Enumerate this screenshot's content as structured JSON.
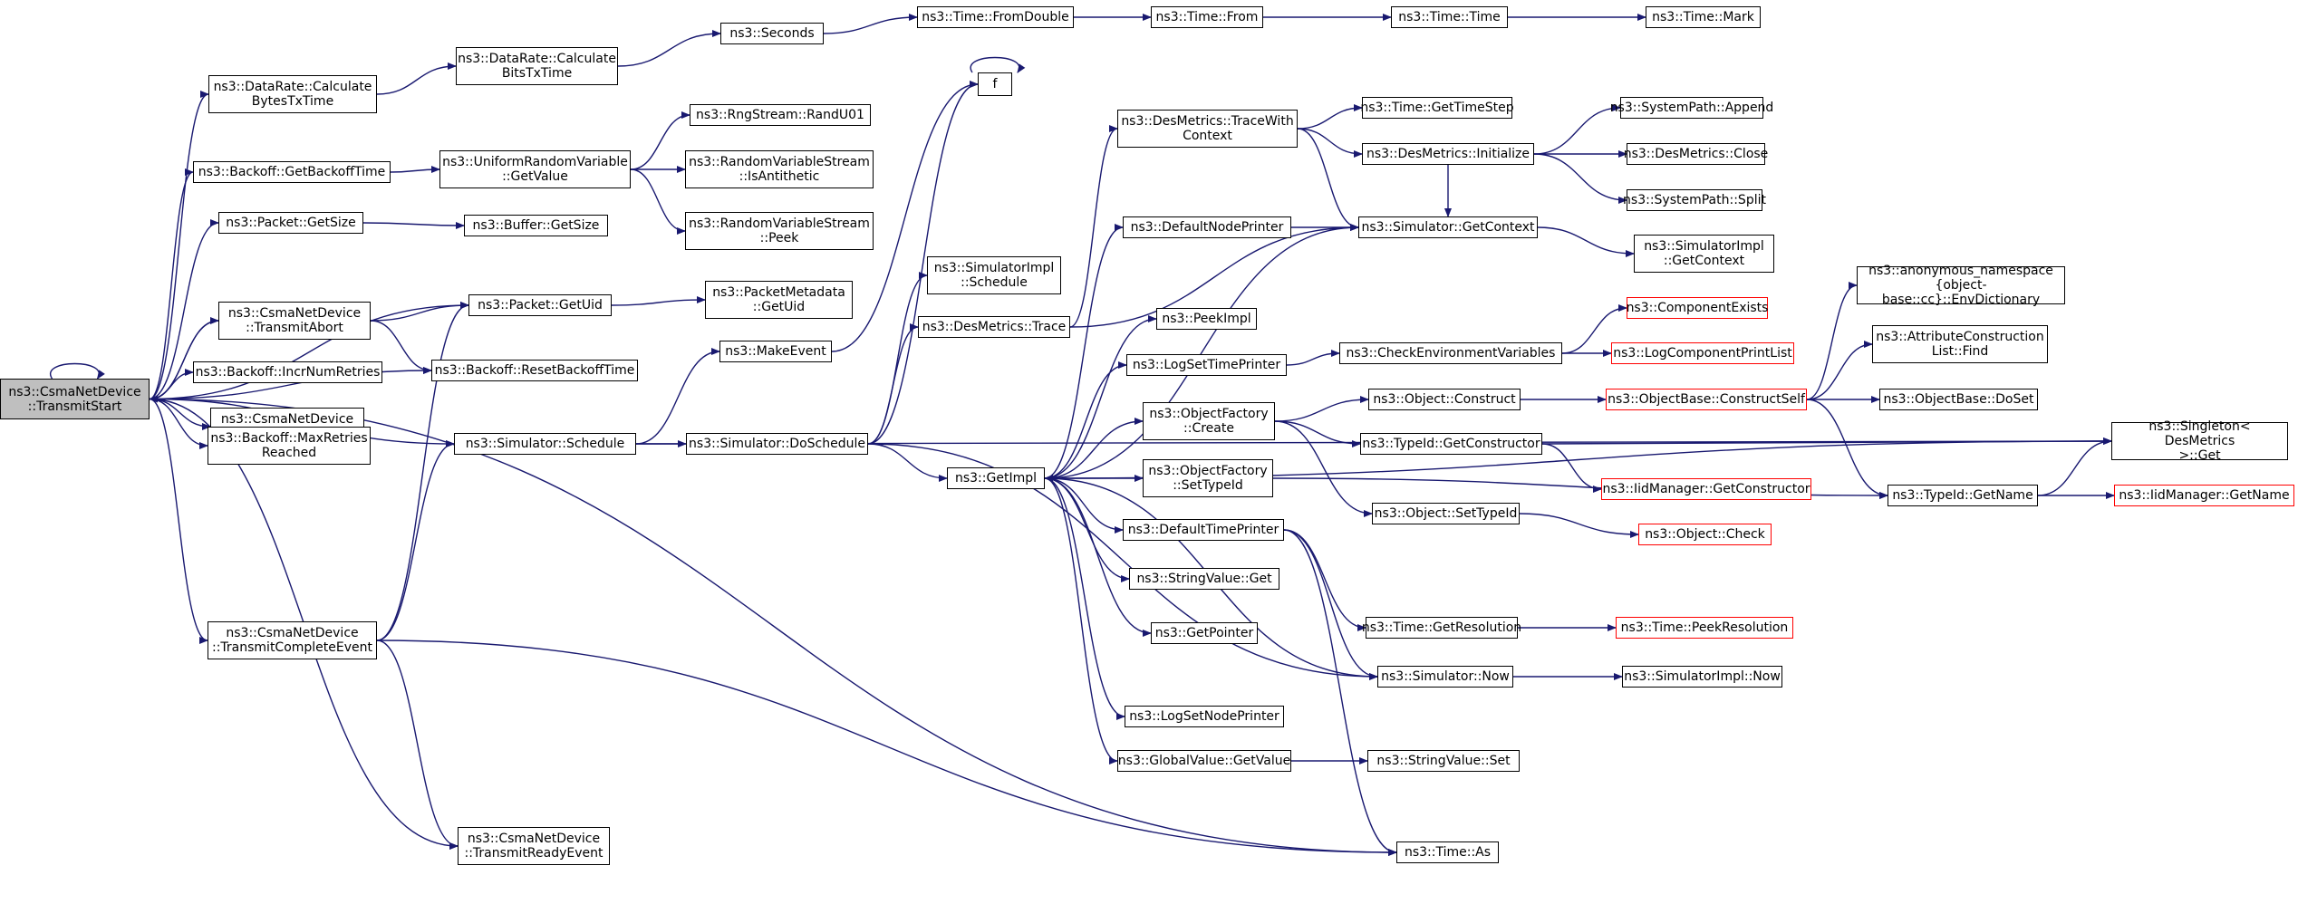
{
  "graph": {
    "root": "ns3::CsmaNetDevice\n::TransmitStart",
    "nodes": [
      {
        "id": "root",
        "label": "ns3::CsmaNetDevice\n::TransmitStart",
        "style": "root"
      },
      {
        "id": "dr_bytes",
        "label": "ns3::DataRate::Calculate\nBytesTxTime"
      },
      {
        "id": "dr_bits",
        "label": "ns3::DataRate::Calculate\nBitsTxTime"
      },
      {
        "id": "seconds",
        "label": "ns3::Seconds"
      },
      {
        "id": "fromdouble",
        "label": "ns3::Time::FromDouble"
      },
      {
        "id": "timefrom",
        "label": "ns3::Time::From"
      },
      {
        "id": "timetime",
        "label": "ns3::Time::Time"
      },
      {
        "id": "timemark",
        "label": "ns3::Time::Mark"
      },
      {
        "id": "f",
        "label": "f"
      },
      {
        "id": "getbackoff",
        "label": "ns3::Backoff::GetBackoffTime"
      },
      {
        "id": "urv",
        "label": "ns3::UniformRandomVariable\n::GetValue"
      },
      {
        "id": "randu01",
        "label": "ns3::RngStream::RandU01"
      },
      {
        "id": "isanti",
        "label": "ns3::RandomVariableStream\n::IsAntithetic"
      },
      {
        "id": "rvspeek",
        "label": "ns3::RandomVariableStream\n::Peek"
      },
      {
        "id": "pktsize",
        "label": "ns3::Packet::GetSize"
      },
      {
        "id": "bufsize",
        "label": "ns3::Buffer::GetSize"
      },
      {
        "id": "abort",
        "label": "ns3::CsmaNetDevice\n::TransmitAbort"
      },
      {
        "id": "pktuid",
        "label": "ns3::Packet::GetUid"
      },
      {
        "id": "pmuid",
        "label": "ns3::PacketMetadata\n::GetUid"
      },
      {
        "id": "resetbo",
        "label": "ns3::Backoff::ResetBackoffTime"
      },
      {
        "id": "incr",
        "label": "ns3::Backoff::IncrNumRetries"
      },
      {
        "id": "sendenabled",
        "label": "ns3::CsmaNetDevice\n::IsSendEnabled"
      },
      {
        "id": "maxretries",
        "label": "ns3::Backoff::MaxRetries\nReached"
      },
      {
        "id": "makeevent",
        "label": "ns3::MakeEvent"
      },
      {
        "id": "simschedule",
        "label": "ns3::Simulator::Schedule"
      },
      {
        "id": "doschedule",
        "label": "ns3::Simulator::DoSchedule"
      },
      {
        "id": "simimplsched",
        "label": "ns3::SimulatorImpl\n::Schedule"
      },
      {
        "id": "desmtrace",
        "label": "ns3::DesMetrics::Trace"
      },
      {
        "id": "getimpl",
        "label": "ns3::GetImpl"
      },
      {
        "id": "complete",
        "label": "ns3::CsmaNetDevice\n::TransmitCompleteEvent"
      },
      {
        "id": "ready",
        "label": "ns3::CsmaNetDevice\n::TransmitReadyEvent"
      },
      {
        "id": "tracewith",
        "label": "ns3::DesMetrics::TraceWith\nContext"
      },
      {
        "id": "timestep",
        "label": "ns3::Time::GetTimeStep"
      },
      {
        "id": "desinit",
        "label": "ns3::DesMetrics::Initialize"
      },
      {
        "id": "sysappend",
        "label": "ns3::SystemPath::Append"
      },
      {
        "id": "desclose",
        "label": "ns3::DesMetrics::Close"
      },
      {
        "id": "syssplit",
        "label": "ns3::SystemPath::Split"
      },
      {
        "id": "defnodeprinter",
        "label": "ns3::DefaultNodePrinter"
      },
      {
        "id": "simgetctx",
        "label": "ns3::Simulator::GetContext"
      },
      {
        "id": "simimplctx",
        "label": "ns3::SimulatorImpl\n::GetContext"
      },
      {
        "id": "peekimpl",
        "label": "ns3::PeekImpl"
      },
      {
        "id": "logsettime",
        "label": "ns3::LogSetTimePrinter"
      },
      {
        "id": "checkenv",
        "label": "ns3::CheckEnvironmentVariables"
      },
      {
        "id": "compexists",
        "label": "ns3::ComponentExists",
        "style": "red"
      },
      {
        "id": "logcomplist",
        "label": "ns3::LogComponentPrintList",
        "style": "red"
      },
      {
        "id": "envdict",
        "label": "ns3::anonymous_namespace\n{object-base::cc}::EnvDictionary"
      },
      {
        "id": "attrfind",
        "label": "ns3::AttributeConstruction\nList::Find"
      },
      {
        "id": "ofcreate",
        "label": "ns3::ObjectFactory\n::Create"
      },
      {
        "id": "objconstruct",
        "label": "ns3::Object::Construct"
      },
      {
        "id": "constructself",
        "label": "ns3::ObjectBase::ConstructSelf",
        "style": "red"
      },
      {
        "id": "dosetob",
        "label": "ns3::ObjectBase::DoSet"
      },
      {
        "id": "getconstructor",
        "label": "ns3::TypeId::GetConstructor"
      },
      {
        "id": "singleton",
        "label": "ns3::Singleton< DesMetrics\n>::Get"
      },
      {
        "id": "iidgetctor",
        "label": "ns3::IidManager::GetConstructor",
        "style": "red"
      },
      {
        "id": "typeidname",
        "label": "ns3::TypeId::GetName"
      },
      {
        "id": "iidgetname",
        "label": "ns3::IidManager::GetName",
        "style": "red"
      },
      {
        "id": "ofsettypeid",
        "label": "ns3::ObjectFactory\n::SetTypeId"
      },
      {
        "id": "objsettypeid",
        "label": "ns3::Object::SetTypeId"
      },
      {
        "id": "objcheck",
        "label": "ns3::Object::Check",
        "style": "red"
      },
      {
        "id": "deftimeprinter",
        "label": "ns3::DefaultTimePrinter"
      },
      {
        "id": "timegetres",
        "label": "ns3::Time::GetResolution"
      },
      {
        "id": "timepeekres",
        "label": "ns3::Time::PeekResolution",
        "style": "red"
      },
      {
        "id": "strvalget",
        "label": "ns3::StringValue::Get"
      },
      {
        "id": "getpointer",
        "label": "ns3::GetPointer"
      },
      {
        "id": "simnow",
        "label": "ns3::Simulator::Now"
      },
      {
        "id": "simimplnow",
        "label": "ns3::SimulatorImpl::Now"
      },
      {
        "id": "logsetnode",
        "label": "ns3::LogSetNodePrinter"
      },
      {
        "id": "gvgetvalue",
        "label": "ns3::GlobalValue::GetValue"
      },
      {
        "id": "strvalset",
        "label": "ns3::StringValue::Set"
      },
      {
        "id": "timeas",
        "label": "ns3::Time::As"
      }
    ],
    "edges": [
      [
        "root",
        "root"
      ],
      [
        "root",
        "dr_bytes"
      ],
      [
        "root",
        "getbackoff"
      ],
      [
        "root",
        "pktsize"
      ],
      [
        "root",
        "pktuid"
      ],
      [
        "root",
        "abort"
      ],
      [
        "root",
        "incr"
      ],
      [
        "root",
        "sendenabled"
      ],
      [
        "root",
        "maxretries"
      ],
      [
        "root",
        "resetbo"
      ],
      [
        "root",
        "simschedule"
      ],
      [
        "root",
        "complete"
      ],
      [
        "root",
        "timeas"
      ],
      [
        "dr_bytes",
        "dr_bits"
      ],
      [
        "dr_bits",
        "seconds"
      ],
      [
        "seconds",
        "fromdouble"
      ],
      [
        "fromdouble",
        "timefrom"
      ],
      [
        "timefrom",
        "timetime"
      ],
      [
        "timetime",
        "timemark"
      ],
      [
        "getbackoff",
        "urv"
      ],
      [
        "urv",
        "randu01"
      ],
      [
        "urv",
        "isanti"
      ],
      [
        "urv",
        "rvspeek"
      ],
      [
        "pktsize",
        "bufsize"
      ],
      [
        "abort",
        "root"
      ],
      [
        "abort",
        "pktuid"
      ],
      [
        "abort",
        "resetbo"
      ],
      [
        "pktuid",
        "pmuid"
      ],
      [
        "simschedule",
        "makeevent"
      ],
      [
        "simschedule",
        "doschedule"
      ],
      [
        "simschedule",
        "singleton"
      ],
      [
        "makeevent",
        "f"
      ],
      [
        "f",
        "f"
      ],
      [
        "doschedule",
        "simimplsched"
      ],
      [
        "doschedule",
        "desmtrace"
      ],
      [
        "doschedule",
        "getimpl"
      ],
      [
        "doschedule",
        "f"
      ],
      [
        "doschedule",
        "simnow"
      ],
      [
        "desmtrace",
        "tracewith"
      ],
      [
        "desmtrace",
        "simgetctx"
      ],
      [
        "complete",
        "pktuid"
      ],
      [
        "complete",
        "simschedule"
      ],
      [
        "complete",
        "ready"
      ],
      [
        "complete",
        "timeas"
      ],
      [
        "root",
        "ready"
      ],
      [
        "tracewith",
        "timestep"
      ],
      [
        "tracewith",
        "desinit"
      ],
      [
        "tracewith",
        "simgetctx"
      ],
      [
        "desinit",
        "sysappend"
      ],
      [
        "desinit",
        "desclose"
      ],
      [
        "desinit",
        "syssplit"
      ],
      [
        "desinit",
        "simgetctx"
      ],
      [
        "getimpl",
        "defnodeprinter"
      ],
      [
        "getimpl",
        "simgetctx"
      ],
      [
        "getimpl",
        "peekimpl"
      ],
      [
        "getimpl",
        "logsettime"
      ],
      [
        "getimpl",
        "ofcreate"
      ],
      [
        "getimpl",
        "ofsettypeid"
      ],
      [
        "getimpl",
        "deftimeprinter"
      ],
      [
        "getimpl",
        "strvalget"
      ],
      [
        "getimpl",
        "getpointer"
      ],
      [
        "getimpl",
        "logsetnode"
      ],
      [
        "getimpl",
        "gvgetvalue"
      ],
      [
        "defnodeprinter",
        "simgetctx"
      ],
      [
        "simgetctx",
        "simimplctx"
      ],
      [
        "logsettime",
        "checkenv"
      ],
      [
        "checkenv",
        "compexists"
      ],
      [
        "checkenv",
        "logcomplist"
      ],
      [
        "ofcreate",
        "objconstruct"
      ],
      [
        "ofcreate",
        "getconstructor"
      ],
      [
        "ofcreate",
        "objsettypeid"
      ],
      [
        "objconstruct",
        "constructself"
      ],
      [
        "constructself",
        "envdict"
      ],
      [
        "constructself",
        "attrfind"
      ],
      [
        "constructself",
        "dosetob"
      ],
      [
        "constructself",
        "typeidname"
      ],
      [
        "getconstructor",
        "singleton"
      ],
      [
        "getconstructor",
        "iidgetctor"
      ],
      [
        "typeidname",
        "singleton"
      ],
      [
        "typeidname",
        "iidgetname"
      ],
      [
        "ofsettypeid",
        "typeidname"
      ],
      [
        "objsettypeid",
        "objcheck"
      ],
      [
        "deftimeprinter",
        "timegetres"
      ],
      [
        "deftimeprinter",
        "simnow"
      ],
      [
        "deftimeprinter",
        "timeas"
      ],
      [
        "timegetres",
        "timepeekres"
      ],
      [
        "simnow",
        "getimpl"
      ],
      [
        "simnow",
        "simimplnow"
      ],
      [
        "gvgetvalue",
        "strvalset"
      ],
      [
        "getimpl",
        "singleton"
      ]
    ]
  }
}
